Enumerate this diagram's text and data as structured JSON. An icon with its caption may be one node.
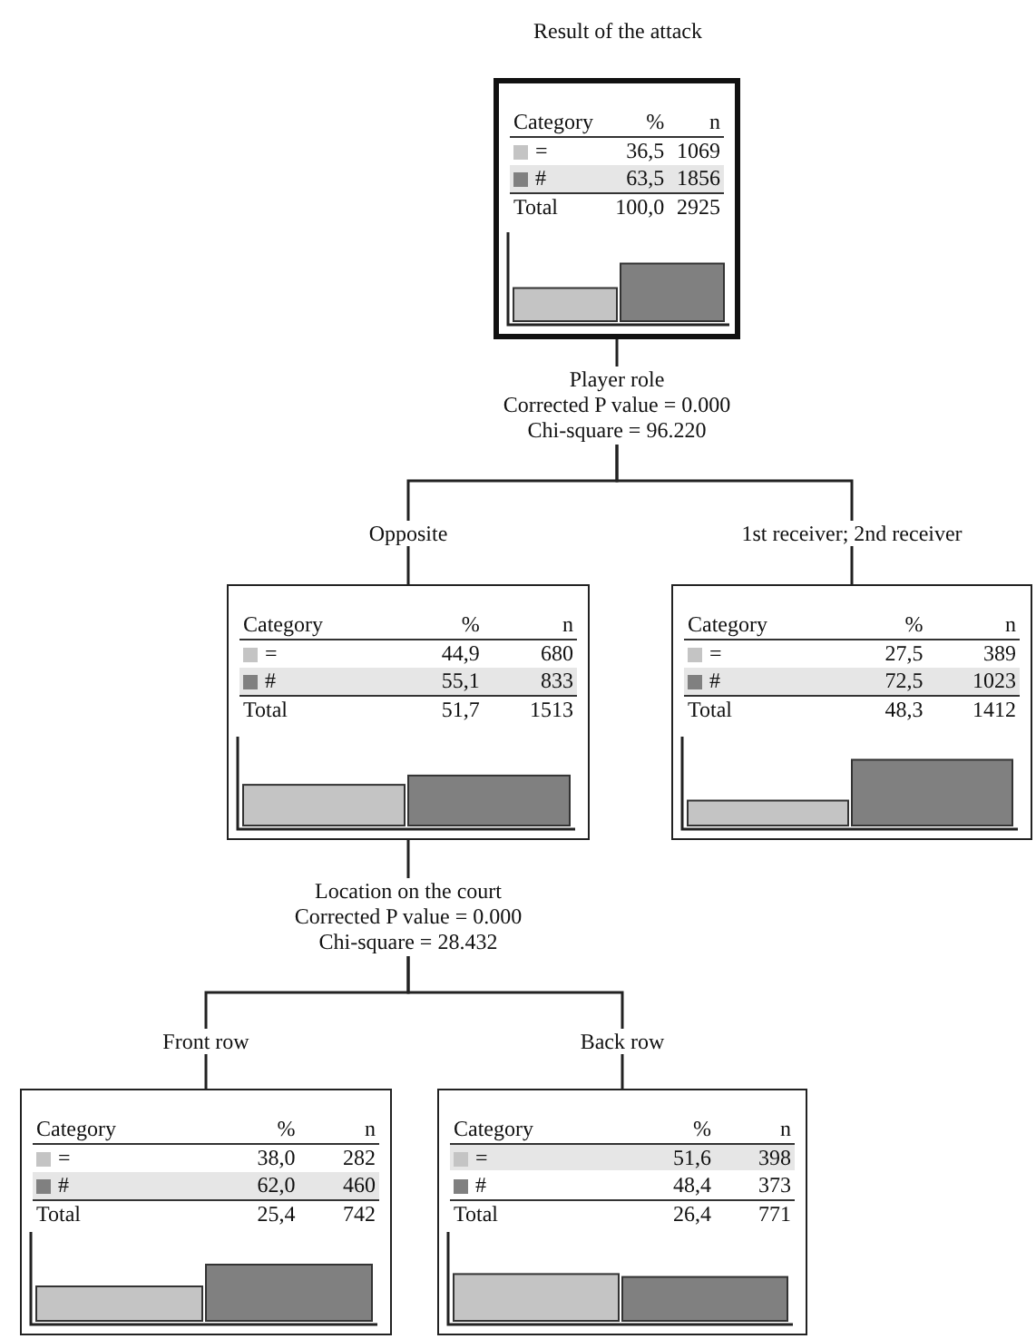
{
  "diagram": {
    "title": "Result of the attack",
    "nodes": [
      {
        "text": [
          "Category",
          "%",
          "n",
          "=",
          "36,5",
          "1069",
          "#",
          "63,5",
          "1856",
          "Total",
          "100,0",
          "2925"
        ]
      },
      {
        "text": [
          "Player role",
          "Corrected P value = 0.000",
          "Chi-square = 96.220"
        ]
      },
      {
        "text": [
          "Category",
          "%",
          "n",
          "=",
          "44,9",
          "680",
          "#",
          "55,1",
          "833",
          "Total",
          "51,7",
          "1513"
        ]
      },
      {
        "text": [
          "Category",
          "%",
          "n",
          "=",
          "27,5",
          "389",
          "#",
          "72,5",
          "1023",
          "Total",
          "48,3",
          "1412"
        ]
      },
      {
        "text": [
          "Location on the court",
          "Corrected P value = 0.000",
          "Chi-square = 28.432"
        ]
      },
      {
        "text": [
          "Category",
          "%",
          "n",
          "=",
          "38,0",
          "282",
          "#",
          "62,0",
          "460",
          "Total",
          "25,4",
          "742"
        ]
      },
      {
        "text": [
          "Category",
          "%",
          "n",
          "=",
          "51,6",
          "398",
          "#",
          "48,4",
          "373",
          "Total",
          "26,4",
          "771"
        ]
      }
    ],
    "edges": [
      {
        "from": 0,
        "to": 1,
        "arrow": "none"
      },
      {
        "from": 1,
        "to": 2,
        "arrow": "none",
        "label": "Opposite"
      },
      {
        "from": 1,
        "to": 3,
        "arrow": "none",
        "label": "1st receiver; 2nd receiver"
      },
      {
        "from": 2,
        "to": 4,
        "arrow": "none"
      },
      {
        "from": 4,
        "to": 5,
        "arrow": "none",
        "label": "Front row"
      },
      {
        "from": 4,
        "to": 6,
        "arrow": "none",
        "label": "Back row"
      }
    ]
  }
}
